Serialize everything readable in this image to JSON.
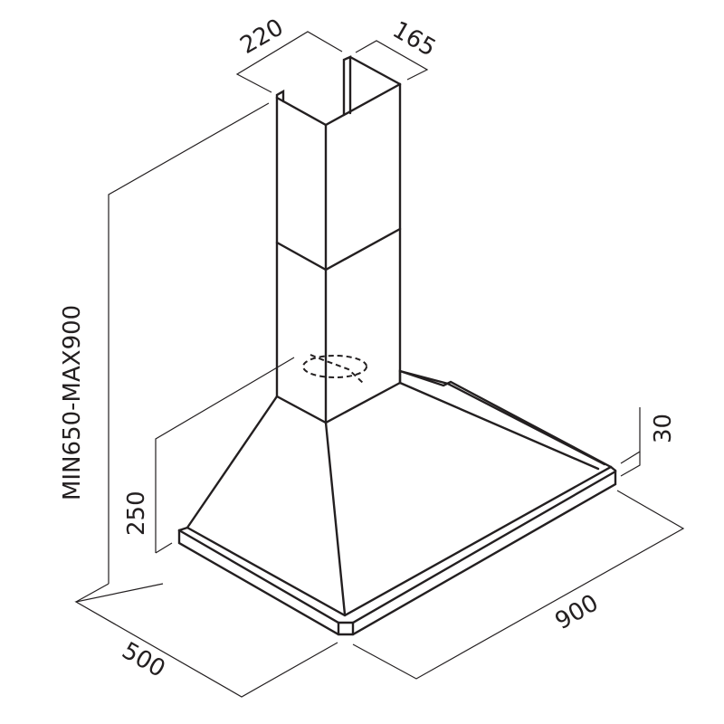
{
  "drawing": {
    "subject": "Chimney range hood technical drawing",
    "line_color": "#231f20",
    "background": "#ffffff"
  },
  "dimensions": {
    "chimney_width": "220",
    "chimney_depth": "165",
    "chimney_height": "MIN650-MAX900",
    "hood_height": "250",
    "rim_thickness": "30",
    "hood_depth": "500",
    "hood_width": "900"
  }
}
